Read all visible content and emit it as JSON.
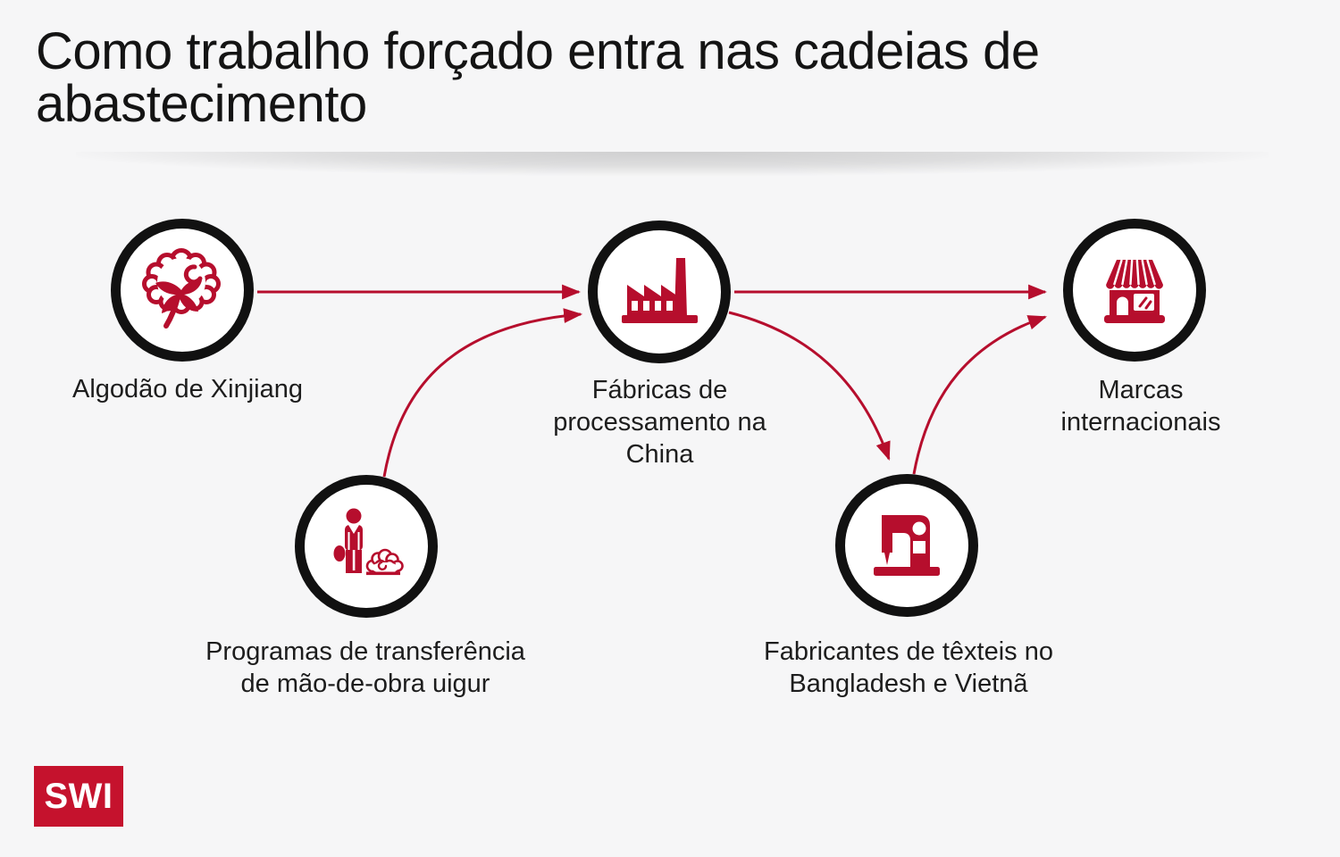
{
  "title": "Como trabalho forçado entra nas cadeias de abastecimento",
  "nodes": [
    {
      "id": "cotton",
      "label": "Algodão de Xinjiang",
      "icon": "cotton-icon"
    },
    {
      "id": "factory",
      "label": "Fábricas de processamento na China",
      "icon": "factory-icon"
    },
    {
      "id": "brands",
      "label": "Marcas internacionais",
      "icon": "storefront-icon"
    },
    {
      "id": "labor",
      "label": "Programas de transferência de mão-de-obra uigur",
      "icon": "worker-icon"
    },
    {
      "id": "textile",
      "label": "Fabricantes de têxteis no Bangladesh e Vietnã",
      "icon": "sewing-machine-icon"
    }
  ],
  "edges": [
    {
      "from": "cotton",
      "to": "factory"
    },
    {
      "from": "labor",
      "to": "factory"
    },
    {
      "from": "factory",
      "to": "brands"
    },
    {
      "from": "factory",
      "to": "textile"
    },
    {
      "from": "textile",
      "to": "brands"
    }
  ],
  "logo": {
    "text": "SWI"
  },
  "colors": {
    "accent": "#b60e2d",
    "logo_bg": "#c5122d",
    "background": "#f6f6f7",
    "circle_border": "#111111",
    "text": "#1a1a1a"
  }
}
